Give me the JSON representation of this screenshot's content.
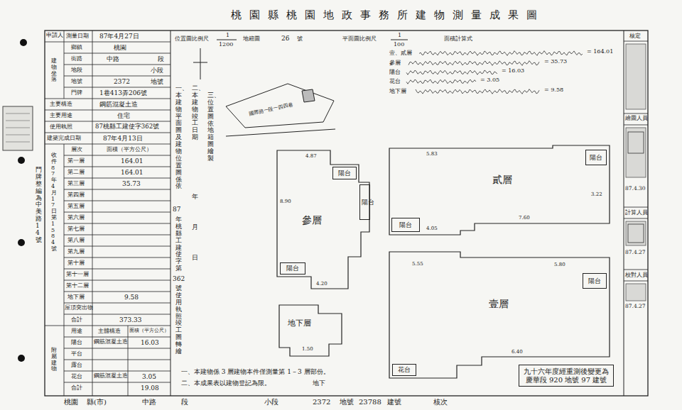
{
  "diagram": {
    "title": "桃園縣桃園地政事務所建物測量成果圖",
    "nodes": [
      {
        "text": [
          "參層"
        ]
      },
      {
        "text": [
          "陽台"
        ],
        "in": 0
      },
      {
        "text": [
          "陽台"
        ],
        "in": 0
      },
      {
        "text": [
          "陽台"
        ],
        "in": 0
      },
      {
        "text": [
          "地下層"
        ]
      },
      {
        "text": [
          "貳層"
        ]
      },
      {
        "text": [
          "陽台"
        ],
        "in": 5
      },
      {
        "text": [
          "陽台"
        ],
        "in": 5
      },
      {
        "text": [
          "壹層"
        ]
      },
      {
        "text": [
          "陽台"
        ],
        "in": 8
      },
      {
        "text": [
          "花台"
        ],
        "in": 8
      },
      {
        "text": [
          "九十六年度經重測後變更為 慶華段 920 地號 97 建號"
        ]
      }
    ],
    "labels": [
      "申請人",
      "測量日期",
      "87年4月27日",
      "建物坐落",
      "鄉鎮",
      "桃園",
      "街路",
      "中路",
      "段",
      "地段",
      "小段",
      "地號",
      "2372",
      "地號",
      "門牌",
      "1巷413弄206號",
      "主要構造",
      "鋼筋混凝土造",
      "主要用途",
      "住宅",
      "使用執照",
      "87桃縣工建使字362號",
      "建築完成日期",
      "87年4月13日",
      "收件87年4月17日第1584號",
      "層次",
      "面積（平方公尺）",
      "第一層",
      "164.01",
      "第二層",
      "164.01",
      "第三層",
      "35.73",
      "第四層",
      "第五層",
      "第六層",
      "第七層",
      "第八層",
      "第九層",
      "第十層",
      "第十一層",
      "第十二層",
      "地下層",
      "9.58",
      "屋頂突出物",
      "合計",
      "373.33",
      "附屬建物",
      "用途",
      "主體構造",
      "面積（平方公尺）",
      "陽台",
      "鋼筋混凝土造",
      "16.03",
      "平台",
      "露台",
      "花台",
      "鋼筋混凝土造",
      "3.05",
      "合計",
      "19.08",
      "門牌整編為中美路14號",
      "位置圖比例尺",
      "1",
      "1200",
      "地籍圖",
      "26",
      "號",
      "平面圖比例尺",
      "1",
      "100",
      "面積計算式",
      "壹、貳層",
      "= 164.01",
      "參層",
      "= 35.73",
      "陽台",
      "= 16.03",
      "花台",
      "= 3.05",
      "地下層",
      "= 9.58",
      "國際路一段一四四巷",
      "一、本建物平面圖及建物位置圖係依",
      "87",
      "年桃縣工建使字第",
      "362",
      "號使用執照竣工圖轉繪",
      "二、本建物竣工日期",
      "年",
      "月",
      "日",
      "三、位置圖依地籍圖繪製",
      "4.87",
      "8.90",
      "4.20",
      "5.83",
      "4.05",
      "7.60",
      "3.22",
      "5.55",
      "5.80",
      "6.40",
      "1.50",
      "一、本建物係 3 層建物本件僅測量第 1－3 層部份。",
      "二、本成果表以建物登記為限。",
      "地下",
      "核定",
      "繪圖人員",
      "87.4.30",
      "計算人員",
      "87.4.27",
      "校對人員",
      "87.4.27",
      "桃園",
      "縣(市)",
      "中路",
      "段",
      "小段",
      "2372",
      "地號",
      "23788",
      "建號",
      "核次"
    ]
  }
}
